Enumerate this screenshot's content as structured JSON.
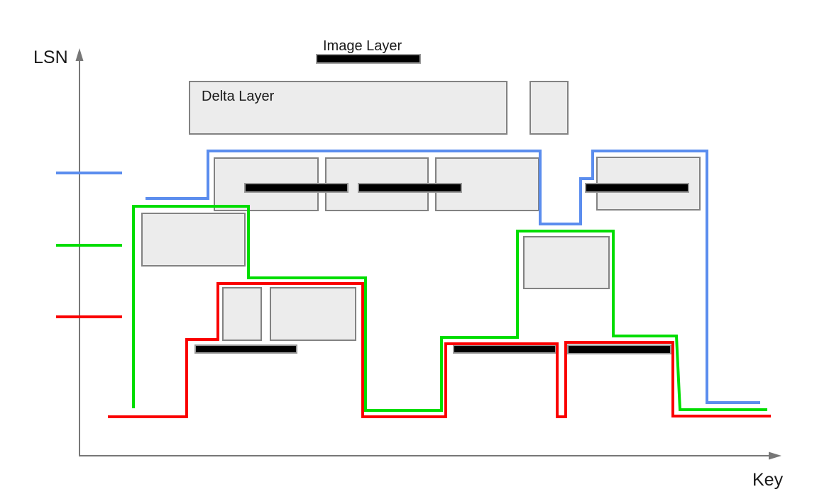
{
  "axes": {
    "y_label": "LSN",
    "x_label": "Key"
  },
  "labels": {
    "image_layer": "Image Layer",
    "delta_layer": "Delta Layer"
  },
  "colors": {
    "blue_line": "#5B8DEE",
    "green_line": "#00DD00",
    "red_line": "#FA0000",
    "box_fill": "#ECECEC",
    "box_border": "#828282",
    "bar_fill": "#000000",
    "bar_border": "#999999",
    "axis": "#777777",
    "text": "#1A1A1A"
  }
}
